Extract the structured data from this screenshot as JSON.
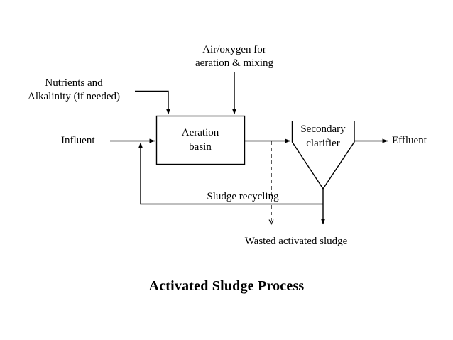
{
  "title": "Activated Sludge Process",
  "diagram": {
    "type": "process-flow",
    "stroke_color": "#000000",
    "background_color": "#ffffff",
    "nodes": [
      {
        "id": "aeration-basin",
        "label_line1": "Aeration",
        "label_line2": "basin",
        "shape": "rectangle"
      },
      {
        "id": "secondary-clarifier",
        "label_line1": "Secondary",
        "label_line2": "clarifier",
        "shape": "funnel"
      }
    ],
    "flows": [
      {
        "id": "air-oxygen",
        "label_line1": "Air/oxygen for",
        "label_line2": "aeration & mixing",
        "style": "solid",
        "direction": "down",
        "target": "aeration-basin"
      },
      {
        "id": "nutrients",
        "label_line1": "Nutrients and",
        "label_line2": "Alkalinity (if needed)",
        "style": "solid",
        "direction": "down",
        "target": "aeration-basin"
      },
      {
        "id": "influent",
        "label": "Influent",
        "style": "solid",
        "direction": "right",
        "target": "aeration-basin"
      },
      {
        "id": "effluent",
        "label": "Effluent",
        "style": "solid",
        "direction": "right",
        "source": "secondary-clarifier"
      },
      {
        "id": "sludge-recycling",
        "label": "Sludge recycling",
        "style": "solid",
        "direction": "left",
        "source": "secondary-clarifier",
        "target": "aeration-basin"
      },
      {
        "id": "wasted-activated-sludge",
        "label": "Wasted activated sludge",
        "style": "mixed",
        "direction": "down",
        "notes": "one dashed branch from basin outlet, one solid branch from clarifier underflow"
      }
    ]
  },
  "labels": {
    "air_line1": "Air/oxygen for",
    "air_line2": "aeration & mixing",
    "nutrients_line1": "Nutrients and",
    "nutrients_line2": "Alkalinity (if needed)",
    "influent": "Influent",
    "aeration_line1": "Aeration",
    "aeration_line2": "basin",
    "clarifier_line1": "Secondary",
    "clarifier_line2": "clarifier",
    "effluent": "Effluent",
    "sludge_recycling": "Sludge recycling",
    "wasted_sludge": "Wasted activated sludge"
  }
}
